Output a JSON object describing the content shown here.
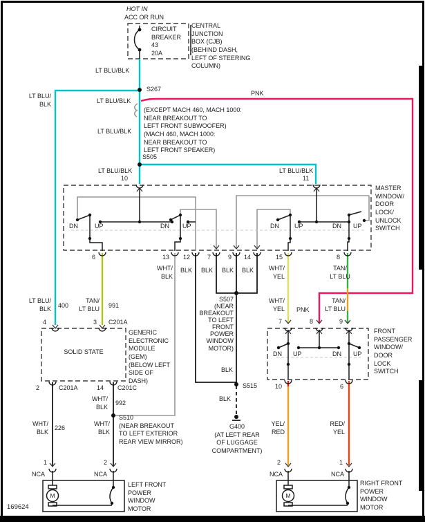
{
  "id_number": "169624",
  "motor_m": "M",
  "nca": "NCA",
  "sw": {
    "dn": "DN",
    "up": "UP"
  },
  "title_block": {
    "hot": "HOT IN",
    "acc": "ACC OR RUN",
    "breaker": "CIRCUIT\nBREAKER\n43\n20A",
    "cjb_location": "CENTRAL\nJUNCTION\nBOX (CJB)\n(BEHIND DASH,\nLEFT OF STEERING\nCOLUMN)"
  },
  "note": "(EXCEPT MACH 460, MACH 1000:\nNEAR BREAKOUT TO\nLEFT FRONT SUBWOOFER)\n(MACH 460, MACH 1000:\nNEAR BREAKOUT TO\nLEFT FRONT SPEAKER)",
  "splices": {
    "s267": "S267",
    "s505": "S505",
    "s507": "S507\n(NEAR\nBREAKOUT\nTO LEFT\nFRONT\nPOWER\nWINDOW\nMOTOR)",
    "s510": "S510\n(NEAR BREAKOUT\nTO LEFT EXTERIOR\nREAR VIEW MIRROR)",
    "s515": "S515"
  },
  "ground": {
    "g400": "G400\n(AT LEFT REAR\nOF LUGGAGE\nCOMPARTMENT)"
  },
  "components": {
    "master": "MASTER\nWINDOW/\nDOOR\nLOCK/\nUNLOCK\nSWITCH",
    "gem_inner": "SOLID STATE",
    "gem": "GENERIC\nELECTRONIC\nMODULE\n(GEM)\n(BELOW LEFT\nSIDE OF\nDASH)",
    "passenger": "FRONT\nPASSENGER\nWINDOW/\nDOOR\nLOCK\nSWITCH",
    "left_motor": "LEFT FRONT\nPOWER\nWINDOW\nMOTOR",
    "right_motor": "RIGHT FRONT\nPOWER\nWINDOW\nMOTOR"
  },
  "wn": {
    "lt_blu_blk": "LT BLU/BLK",
    "lt_blu_blk_2l": "LT BLU/\nBLK",
    "pnk": "PNK",
    "wht_blk": "WHT/\nBLK",
    "blk": "BLK",
    "wht_yel": "WHT/\nYEL",
    "tan_lt_blu": "TAN/\nLT BLU",
    "yel_red": "YEL/\nRED",
    "red_yel": "RED/\nYEL"
  },
  "pins": {
    "p10": "10",
    "p11": "11",
    "p6": "6",
    "p13": "13",
    "p12": "12",
    "p7": "7",
    "p9": "9",
    "p14": "14",
    "p15": "15",
    "p8": "8",
    "p4": "4",
    "p3": "3",
    "p2": "2",
    "p1": "1"
  },
  "connectors": {
    "c201a": "C201A",
    "c201c": "C201C"
  },
  "circuits": {
    "c400": "400",
    "c991": "991",
    "c992": "992",
    "c226": "226"
  },
  "colors": {
    "cyan": "#00c4c8",
    "pink": "#e8175e",
    "yellowgreen": "#b4be1c",
    "paleyellow": "#dede62",
    "green": "#3aae46",
    "orange": "#e0a020",
    "yelred": "#eda41b",
    "redyel": "#e04812"
  }
}
